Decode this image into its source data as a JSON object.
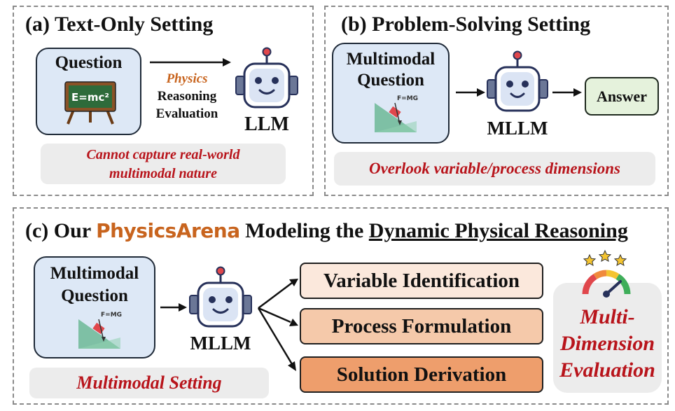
{
  "panel_a": {
    "title": "(a) Text-Only Setting",
    "question_label": "Question",
    "board_text": "E=mc²",
    "arrow_label_physics": "Physics",
    "arrow_label_reasoning": "Reasoning",
    "arrow_label_evaluation": "Evaluation",
    "model_label": "LLM",
    "note_line1": "Cannot capture real-world",
    "note_line2": "multimodal nature"
  },
  "panel_b": {
    "title": "(b) Problem-Solving Setting",
    "question_line1": "Multimodal",
    "question_line2": "Question",
    "formula": "F=MG",
    "model_label": "MLLM",
    "answer_label": "Answer",
    "note": "Overlook variable/process dimensions"
  },
  "panel_c": {
    "title_prefix": "(c) Our",
    "title_brand": "PhysicsArena",
    "title_middle": "Modeling the",
    "title_underlined": "Dynamic Physical Reasoning",
    "question_line1": "Multimodal",
    "question_line2": "Question",
    "formula": "F=MG",
    "model_label": "MLLM",
    "steps": [
      "Variable Identification",
      "Process Formulation",
      "Solution Derivation"
    ],
    "eval_line1": "Multi-",
    "eval_line2": "Dimension",
    "eval_line3": "Evaluation",
    "setting_note": "Multimodal Setting"
  },
  "colors": {
    "accent_red": "#b8141b",
    "brand_orange": "#c8641e",
    "question_fill": "#dde8f6",
    "answer_fill": "#e5f2dc",
    "step_fills": [
      "#fbe8dc",
      "#f5c9aa",
      "#ee9e6c"
    ]
  },
  "icons": [
    "robot-icon",
    "chalkboard-icon",
    "incline-diagram-icon",
    "gauge-icon",
    "star-icon"
  ]
}
